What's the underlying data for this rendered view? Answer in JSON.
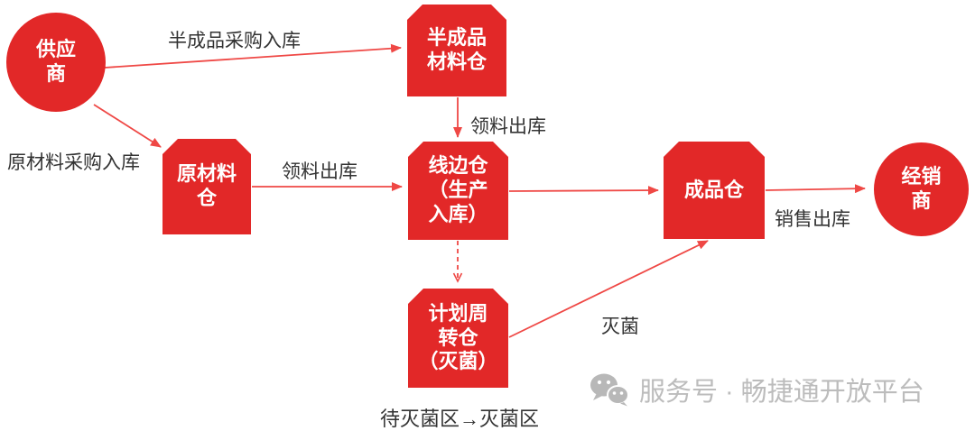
{
  "canvas": {
    "background": "#ffffff"
  },
  "colors": {
    "node_fill": "#e22828",
    "arrow": "#ef4845",
    "label_text": "#333333",
    "node_text": "#ffffff",
    "watermark": "#bcbcbc"
  },
  "nodes": {
    "supplier": {
      "line1": "供应",
      "line2": "商"
    },
    "semi_material_warehouse": {
      "line1": "半成品",
      "line2": "材料仓"
    },
    "raw_material_warehouse": {
      "line1": "原材料",
      "line2": "仓"
    },
    "line_side_warehouse": {
      "line1": "线边仓",
      "line2": "（生产",
      "line3": "入库）"
    },
    "planned_turnover_warehouse": {
      "line1": "计划周",
      "line2": "转仓",
      "line3": "（灭菌）"
    },
    "finished_goods_warehouse": {
      "line1": "成品仓"
    },
    "distributor": {
      "line1": "经销",
      "line2": "商"
    }
  },
  "edge_labels": {
    "semi_finished_purchase_inbound": "半成品采购入库",
    "raw_material_purchase_inbound": "原材料采购入库",
    "material_pick_outbound_raw": "领料出库",
    "material_pick_outbound_semi": "领料出库",
    "sterilization": "灭菌",
    "sales_outbound": "销售出库"
  },
  "footnote": "待灭菌区→灭菌区",
  "watermark": {
    "icon": "wechat-icon",
    "text": "服务号 · 畅捷通开放平台"
  }
}
